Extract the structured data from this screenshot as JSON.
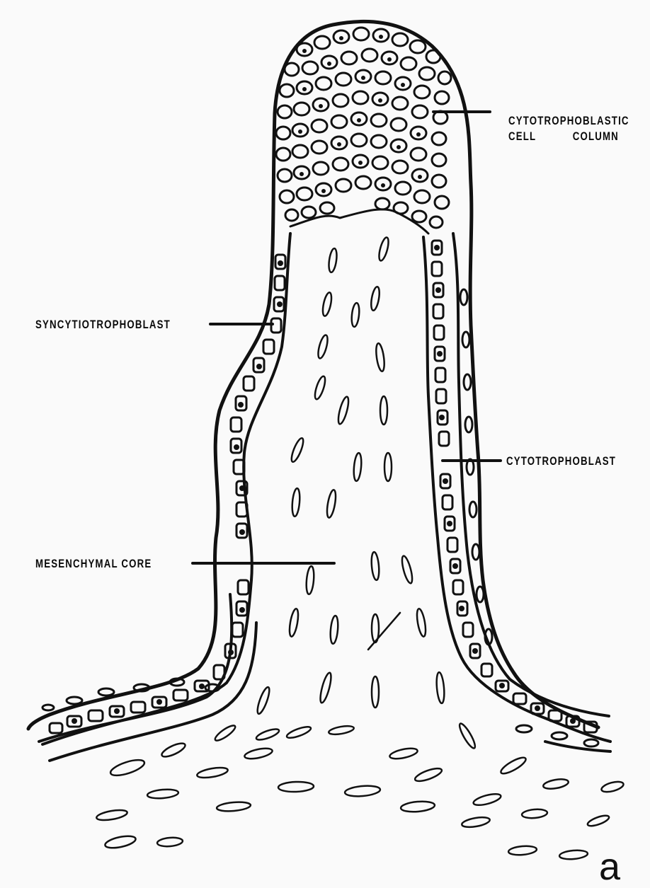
{
  "labels": {
    "cell_column_line1": "CYTOTROPHOBLASTIC",
    "cell_column_line2": "CELL COLUMN",
    "syncytiotrophoblast": "SYNCYTIOTROPHOBLAST",
    "cytotrophoblast": "CYTOTROPHOBLAST",
    "mesenchymal_core": "MESENCHYMAL CORE",
    "panel_letter": "a"
  },
  "colors": {
    "ink": "#111111",
    "paper": "#fafafa"
  }
}
